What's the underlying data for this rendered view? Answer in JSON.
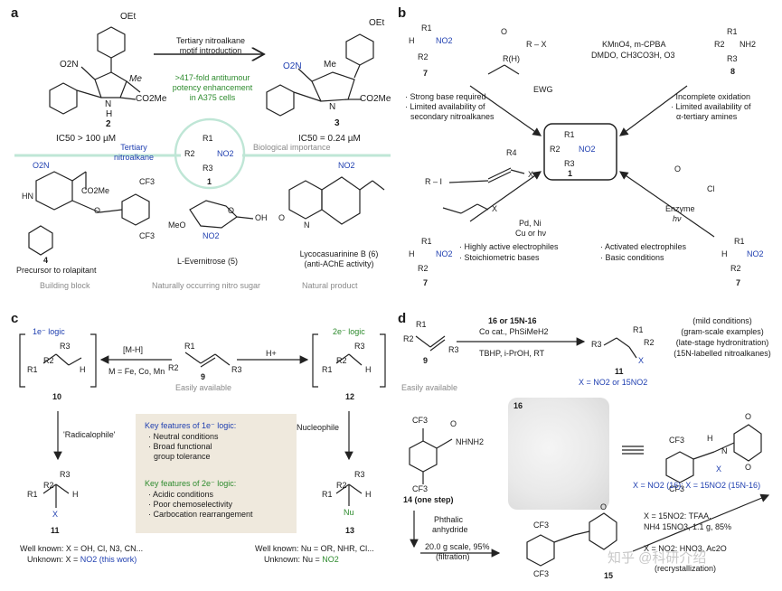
{
  "panels": {
    "a": {
      "letter": "a",
      "arrow_top": "Tertiary nitroalkane",
      "arrow_bottom": "motif introduction",
      "potency_1": ">417-fold antitumour",
      "potency_2": "potency enhancement",
      "potency_3": "in A375 cells",
      "ic50_left": "IC50 > 100 µM",
      "ic50_right": "IC50 = 0.24 µM",
      "compound_left": "2",
      "compound_right": "3",
      "tertiary_1": "Tertiary",
      "tertiary_2": "nitroalkane",
      "bio_importance": "Biological importance",
      "center_compound": "1",
      "comp4_label": "Precursor to rolapitant",
      "comp4_num": "4",
      "comp5_label": "L-Evernitrose (5)",
      "comp6_label_1": "Lycocasuarinine B (6)",
      "comp6_label_2": "(anti-AChE activity)",
      "cat_1": "Building block",
      "cat_2": "Naturally occurring nitro sugar",
      "cat_3": "Natural product",
      "atoms": {
        "oet_l": "OEt",
        "oet_r": "OEt",
        "o2n_l": "O2N",
        "o2n_r": "O2N",
        "me": "Me",
        "co2me": "CO2Me",
        "nh": "N",
        "h": "H",
        "r1": "R1",
        "r2": "R2",
        "r3": "R3",
        "no2": "NO2",
        "cf3": "CF3",
        "hn": "HN",
        "o": "O",
        "meo": "MeO",
        "oh": "OH",
        "n": "N"
      }
    },
    "b": {
      "letter": "b",
      "reagent_top": "R – X",
      "oxid_1": "KMnO4, m-CPBA",
      "oxid_2": "DMDO, CH3CO3H, O3",
      "ewg": "EWG",
      "left_note_1": "· Strong base required",
      "left_note_2": "· Limited availability of",
      "left_note_3": "secondary nitroalkanes",
      "right_note_1": "· Incomplete oxidation",
      "right_note_2": "· Limited availability of",
      "right_note_3": "α-tertiary amines",
      "center": "1",
      "cmp7a": "7",
      "cmp7b": "7",
      "cmp7c": "7",
      "cmp8": "8",
      "catalysis_1": "Pd, Ni",
      "catalysis_2": "Cu or hν",
      "bl_note_1": "· Highly active electrophiles",
      "bl_note_2": "· Stoichiometric bases",
      "enzyme_1": "Enzyme",
      "enzyme_2": "hν",
      "br_note_1": "· Activated electrophiles",
      "br_note_2": "· Basic conditions",
      "atoms": {
        "ri": "R – I",
        "x": "X",
        "r4": "R4",
        "cl": "Cl",
        "nh2": "NH2",
        "rh": "R(H)",
        "o": "O"
      }
    },
    "c": {
      "letter": "c",
      "one_e": "1e⁻ logic",
      "two_e": "2e⁻ logic",
      "mh": "[M-H]",
      "metals": "M = Fe, Co, Mn",
      "hplus": "H+",
      "cmp9": "9",
      "easily": "Easily available",
      "cmp10": "10",
      "cmp12": "12",
      "radicalophile": "'Radicalophile'",
      "nucleophile": "Nucleophile",
      "kf1_title": "Key features of 1e⁻ logic:",
      "kf1_items": [
        "· Neutral conditions",
        "· Broad functional",
        "group tolerance"
      ],
      "kf2_title": "Key features of 2e⁻ logic:",
      "kf2_items": [
        "· Acidic conditions",
        "· Poor chemoselectivity",
        "· Carbocation rearrangement"
      ],
      "cmp11": "11",
      "cmp13": "13",
      "known_l": "Well known: X = OH, Cl, N3, CN...",
      "unknown_l_pre": "Unknown: X = ",
      "unknown_l_hl": "NO2 (this work)",
      "known_r": "Well known: Nu = OR, NHR, Cl...",
      "unknown_r_pre": "Unknown: Nu = ",
      "unknown_r_hl": "NO2",
      "atoms": {
        "nu": "Nu",
        "x": "X"
      }
    },
    "d": {
      "letter": "d",
      "reag_1": "16 or 15N-16",
      "reag_2": "Co cat., PhSiMeH2",
      "reag_3": "TBHP, i-PrOH, RT",
      "cmp9": "9",
      "easily": "Easily available",
      "cmp11": "11",
      "x_def": "X = NO2 or 15NO2",
      "feat_1": "(mild conditions)",
      "feat_2": "(gram-scale examples)",
      "feat_3": "(late-stage hydronitration)",
      "feat_4": "(15N-labelled nitroalkanes)",
      "cmp14": "14 (one step)",
      "photo_label": "16",
      "x16": "X = NO2 (16); X = 15NO2 (15N-16)",
      "phth_1": "Phthalic",
      "phth_2": "anhydride",
      "phth_3": "20.0 g scale, 95%",
      "phth_4": "(filtration)",
      "cmp15": "15",
      "nit_1": "X = 15NO2: TFAA,",
      "nit_2": "NH4 15NO3, 1.1 g, 85%",
      "nit_3": "X = NO2: HNO3, Ac2O",
      "nit_4": "(recrystallization)",
      "atoms": {
        "nhnh2": "NHNH2",
        "cf3": "CF3",
        "o": "O",
        "n": "N",
        "x": "X",
        "h": "H"
      }
    }
  },
  "watermark": "知乎 @科研介绍",
  "colors": {
    "blue": "#1f3fb0",
    "green": "#2e8b2e",
    "mint": "#bfe6d6",
    "box": "#efe9dd"
  }
}
